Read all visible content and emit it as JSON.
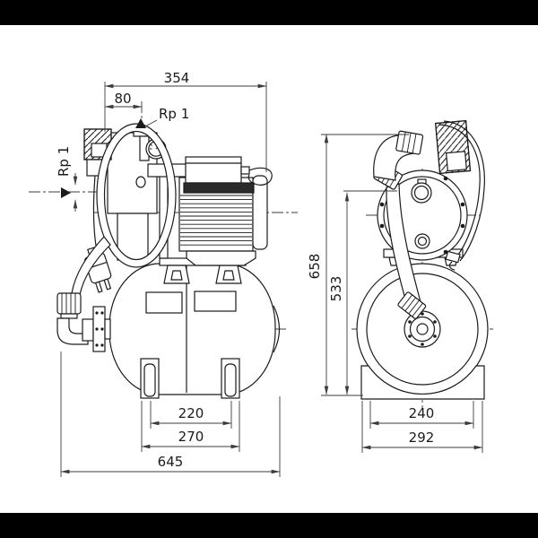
{
  "canvas": {
    "letterbox_color": "#000000",
    "paper_color": "#ffffff",
    "line_color": "#1b1b1b",
    "dim_color": "#3c3c3c"
  },
  "drawing": {
    "kind": "pump-unit-dimensional-drawing",
    "side_view": {
      "dim_overall_width": "354",
      "dim_discharge_offset": "80",
      "label_discharge_port": "Rp 1",
      "label_suction_port": "Rp 1",
      "dim_feet_inner": "220",
      "dim_feet_outer": "270",
      "dim_overall_length": "645"
    },
    "end_view": {
      "dim_overall_height": "658",
      "dim_suction_height": "533",
      "dim_base_holes": "240",
      "dim_base_width": "292"
    }
  }
}
